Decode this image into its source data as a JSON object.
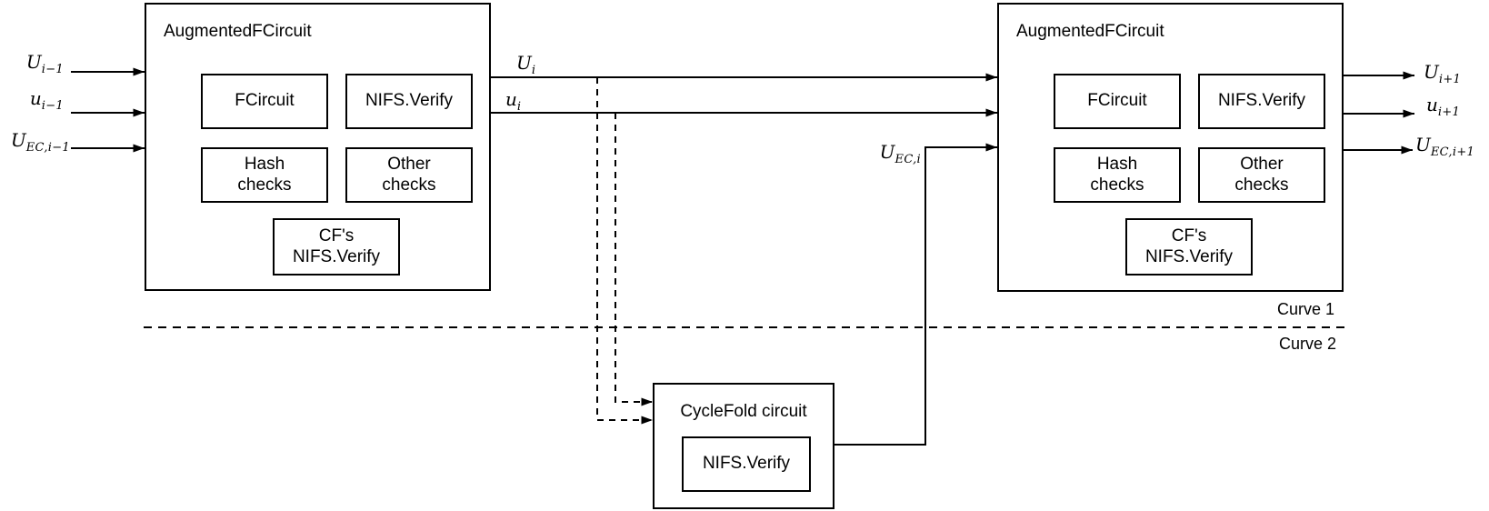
{
  "diagram": {
    "colors": {
      "stroke": "#000000",
      "background": "#ffffff",
      "text": "#000000"
    },
    "left_circuit": {
      "title": "AugmentedFCircuit",
      "blocks": {
        "fcircuit": "FCircuit",
        "nifs_verify": "NIFS.Verify",
        "hash_checks": "Hash\nchecks",
        "other_checks": "Other\nchecks",
        "cf_nifs_verify": "CF's\nNIFS.Verify"
      }
    },
    "right_circuit": {
      "title": "AugmentedFCircuit",
      "blocks": {
        "fcircuit": "FCircuit",
        "nifs_verify": "NIFS.Verify",
        "hash_checks": "Hash\nchecks",
        "other_checks": "Other\nchecks",
        "cf_nifs_verify": "CF's\nNIFS.Verify"
      }
    },
    "cyclefold_circuit": {
      "title": "CycleFold circuit",
      "blocks": {
        "nifs_verify": "NIFS.Verify"
      }
    },
    "io": {
      "left_inputs": [
        {
          "base": "U",
          "sub": "i−1"
        },
        {
          "base": "u",
          "sub": "i−1"
        },
        {
          "base": "U",
          "sub": "EC,i−1"
        }
      ],
      "mid_signals": [
        {
          "base": "U",
          "sub": "i"
        },
        {
          "base": "u",
          "sub": "i"
        },
        {
          "base": "U",
          "sub": "EC,i"
        }
      ],
      "right_outputs": [
        {
          "base": "U",
          "sub": "i+1"
        },
        {
          "base": "u",
          "sub": "i+1"
        },
        {
          "base": "U",
          "sub": "EC,i+1"
        }
      ]
    },
    "curve_labels": {
      "curve1": "Curve 1",
      "curve2": "Curve 2"
    }
  }
}
